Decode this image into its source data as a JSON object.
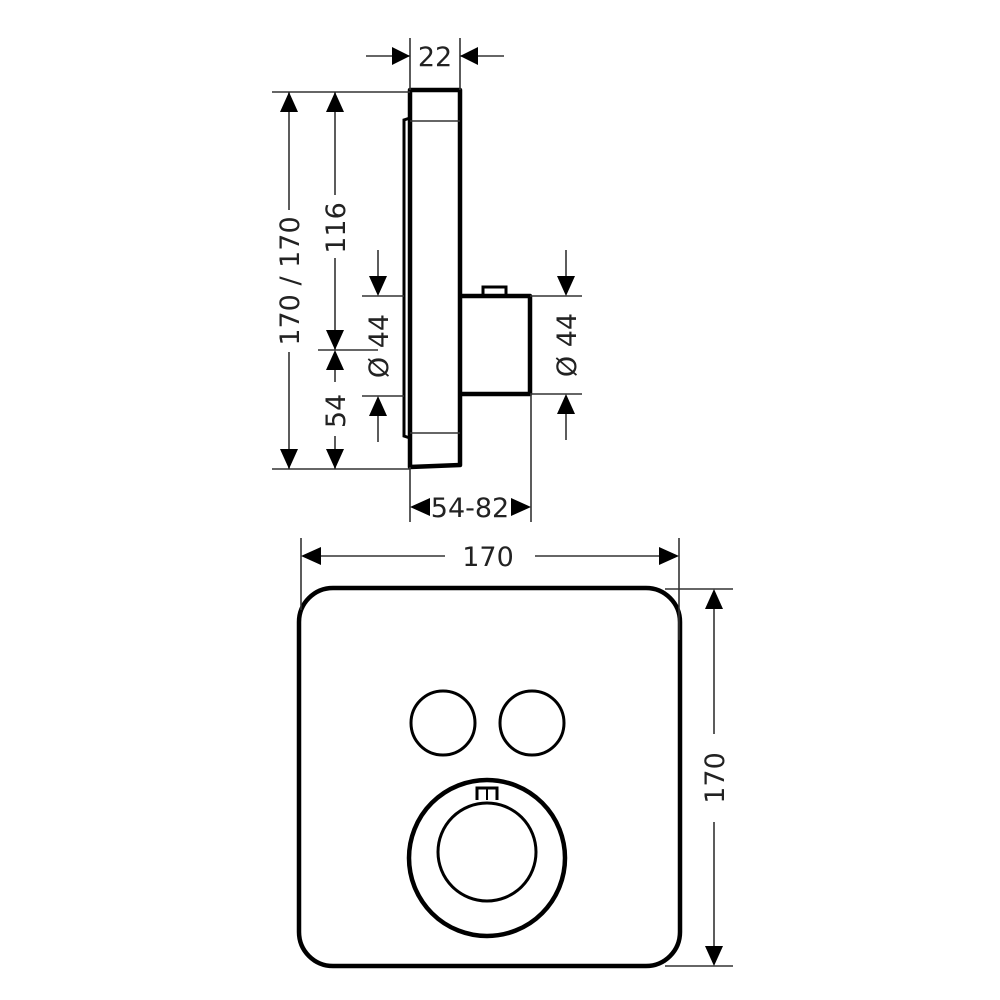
{
  "drawing": {
    "side_view": {
      "depth_label": "22",
      "total_height_label": "170 / 170",
      "upper_height_label": "116",
      "lower_height_label": "54",
      "left_diameter_label": "Ø 44",
      "right_diameter_label": "Ø 44",
      "projection_label": "54-82"
    },
    "front_view": {
      "width_label": "170",
      "height_label": "170",
      "buttons": 2,
      "knob": "thermostat-dial"
    }
  },
  "colors": {
    "line": "#000000",
    "background": "#ffffff"
  }
}
